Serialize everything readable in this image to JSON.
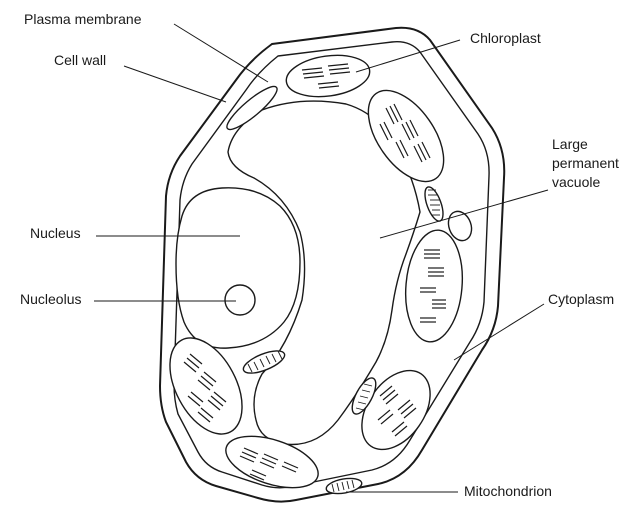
{
  "labels": {
    "plasma_membrane": "Plasma membrane",
    "cell_wall": "Cell wall",
    "chloroplast": "Chloroplast",
    "vacuole": "Large\npermanent\nvacuole",
    "nucleus": "Nucleus",
    "nucleolus": "Nucleolus",
    "cytoplasm": "Cytoplasm",
    "mitochondrion": "Mitochondrion"
  },
  "colors": {
    "line": "#1a1a1a",
    "background": "#ffffff"
  }
}
